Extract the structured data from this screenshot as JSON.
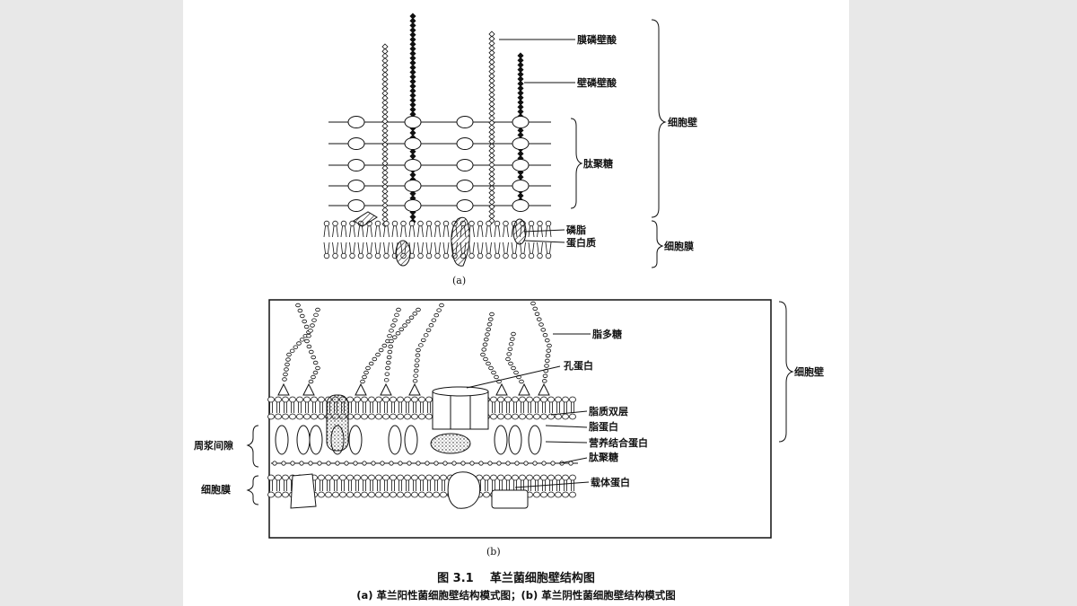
{
  "diagram_a": {
    "labels": {
      "lipoteichoic_acid": "膜磷壁酸",
      "teichoic_acid": "壁磷壁酸",
      "cell_wall": "细胞壁",
      "peptidoglycan": "肽聚糖",
      "phospholipid": "磷脂",
      "protein": "蛋白质",
      "cell_membrane": "细胞膜"
    },
    "caption": "(a)"
  },
  "diagram_b": {
    "labels": {
      "lipopolysaccharide": "脂多糖",
      "porin": "孔蛋白",
      "cell_wall": "细胞壁",
      "lipid_bilayer": "脂质双层",
      "lipoprotein": "脂蛋白",
      "periplasmic_space": "周浆间隙",
      "nutrient_binding_protein": "营养结合蛋白",
      "peptidoglycan": "肽聚糖",
      "cell_membrane": "细胞膜",
      "carrier_protein": "载体蛋白"
    },
    "caption": "(b)"
  },
  "figure": {
    "title": "图 3.1    革兰菌细胞壁结构图",
    "subtitle": "(a) 革兰阳性菌细胞壁结构模式图；(b) 革兰阴性菌细胞壁结构模式图"
  }
}
